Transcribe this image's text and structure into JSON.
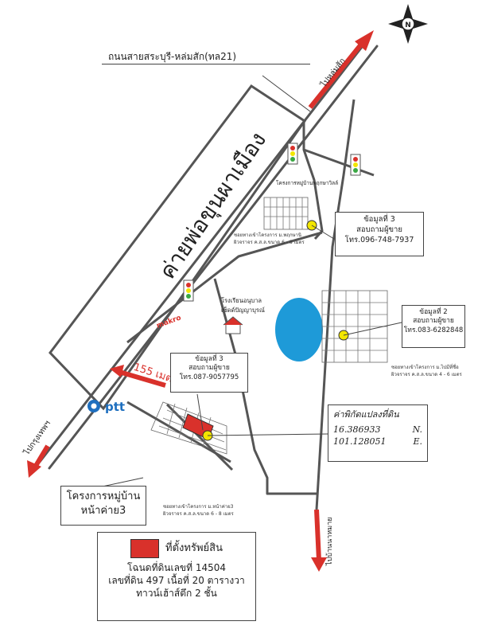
{
  "highway": {
    "label": "ถนนสายสระบุรี-หล่มสัก(ทล21)"
  },
  "direction_labels": {
    "to_lomsak": "ไปหล่มสัก",
    "to_bangkok": "ไปกรุงเทพฯ",
    "to_phukhae": "ไปบ้านนาหมาย"
  },
  "camp": {
    "label": "ค่ายพ่อขุนผาเมือง"
  },
  "distance": {
    "label": "155 เมตร"
  },
  "brands": {
    "ptt": "ptt",
    "makro": "makro"
  },
  "school": {
    "line1": "โรงเรียนอนุบาล",
    "line2": "เซ็ดด์ปัญญาบุรณ์"
  },
  "village_top_label": "โครงการหมู่บ้านพฤกษาวิลล์",
  "road_notes": {
    "top": {
      "line1": "ซอยทางเข้าโครงการ ม.พฤกษานิ",
      "line2": "ผิวจราจร ค.ส.ล.ขนาด 6 - 8 เมตร"
    },
    "right": {
      "line1": "ซอยทางเข้าโครงการ ม.ไปมีที่ชื่อ",
      "line2": "ผิวจราจร ค.ส.ล.ขนาด 4 - 6 เมตร"
    },
    "bottom": {
      "line1": "ซอยทางเข้าโครงการ ม.หน้าค่าย3",
      "line2": "ผิวจราจร ค.ส.ล.ขนาด 6 - 8 เมตร"
    }
  },
  "info_boxes": {
    "box3_top": {
      "title": "ข้อมูลที่ 3",
      "line2": "สอบถามผู้ขาย",
      "phone": "โทร.096-748-7937"
    },
    "box2": {
      "title": "ข้อมูลที่ 2",
      "line2": "สอบถามผู้ขาย",
      "phone": "โทร.083-6282848"
    },
    "box3_left": {
      "title": "ข้อมูลที่ 3",
      "line2": "สอบถามผู้ขาย",
      "phone": "โทร.087-9057795"
    }
  },
  "coordinates": {
    "title": "ค่าพิกัดแปลงที่ดิน",
    "lat": "16.386933",
    "lat_dir": "N.",
    "lon": "101.128051",
    "lon_dir": "E."
  },
  "village_project": {
    "line1": "โครงการหมู่บ้าน",
    "line2": "หน้าค่าย3"
  },
  "legend": {
    "label": "ที่ตั้งทรัพย์สิน",
    "deed": "โฉนดที่ดินเลขที่ 14504",
    "land": "เลขที่ดิน 497 เนื้อที่ 20 ตารางวา",
    "building": "ทาวน์เฮ้าส์ตึก 2 ชั้น",
    "swatch_color": "#d9312b"
  },
  "compass": {
    "label": "N"
  },
  "colors": {
    "arrow": "#d9312b",
    "road": "#555555",
    "pond": "#1e9ad8",
    "marker": "#f2e600"
  }
}
